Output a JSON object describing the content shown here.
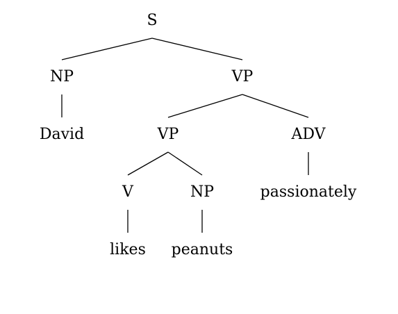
{
  "tree": {
    "nodes": [
      {
        "id": "s",
        "label": "S"
      },
      {
        "id": "np1",
        "label": "NP"
      },
      {
        "id": "vp1",
        "label": "VP"
      },
      {
        "id": "david",
        "label": "David"
      },
      {
        "id": "vp2",
        "label": "VP"
      },
      {
        "id": "adv",
        "label": "ADV"
      },
      {
        "id": "v",
        "label": "V"
      },
      {
        "id": "np2",
        "label": "NP"
      },
      {
        "id": "passionately",
        "label": "passionately"
      },
      {
        "id": "likes",
        "label": "likes"
      },
      {
        "id": "peanuts",
        "label": "peanuts"
      }
    ],
    "edges": [
      [
        "s",
        "np1"
      ],
      [
        "s",
        "vp1"
      ],
      [
        "np1",
        "david"
      ],
      [
        "vp1",
        "vp2"
      ],
      [
        "vp1",
        "adv"
      ],
      [
        "vp2",
        "v"
      ],
      [
        "vp2",
        "np2"
      ],
      [
        "adv",
        "passionately"
      ],
      [
        "v",
        "likes"
      ],
      [
        "np2",
        "peanuts"
      ]
    ],
    "line_color": "#000000"
  }
}
